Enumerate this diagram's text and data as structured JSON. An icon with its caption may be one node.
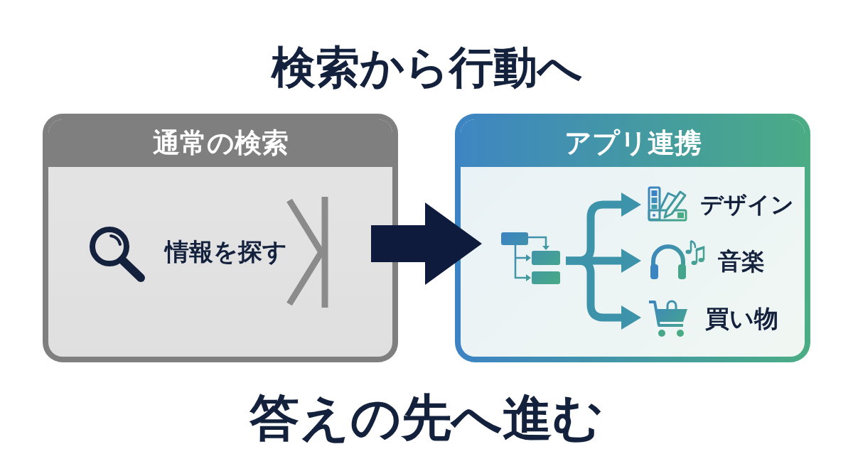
{
  "diagram": {
    "title": "検索から行動へ",
    "caption": "答えの先へ進む",
    "nodes": [
      {
        "text": [
          "通常の検索",
          "情報を探す"
        ]
      },
      {
        "text": [
          "アプリ連携"
        ]
      },
      {
        "text": [],
        "shape": "picture",
        "in": 1
      },
      {
        "text": [
          "デザイン"
        ],
        "in": 1
      },
      {
        "text": [
          "音楽"
        ],
        "in": 1
      },
      {
        "text": [
          "買い物"
        ],
        "in": 1
      }
    ],
    "edges": [
      {
        "from": 0,
        "to": 1,
        "arrow": "to",
        "style": "thick",
        "color": "#0f1b3d"
      },
      {
        "from": 2,
        "to": 3,
        "arrow": "to"
      },
      {
        "from": 2,
        "to": 4,
        "arrow": "to"
      },
      {
        "from": 2,
        "to": 5,
        "arrow": "to"
      }
    ]
  }
}
